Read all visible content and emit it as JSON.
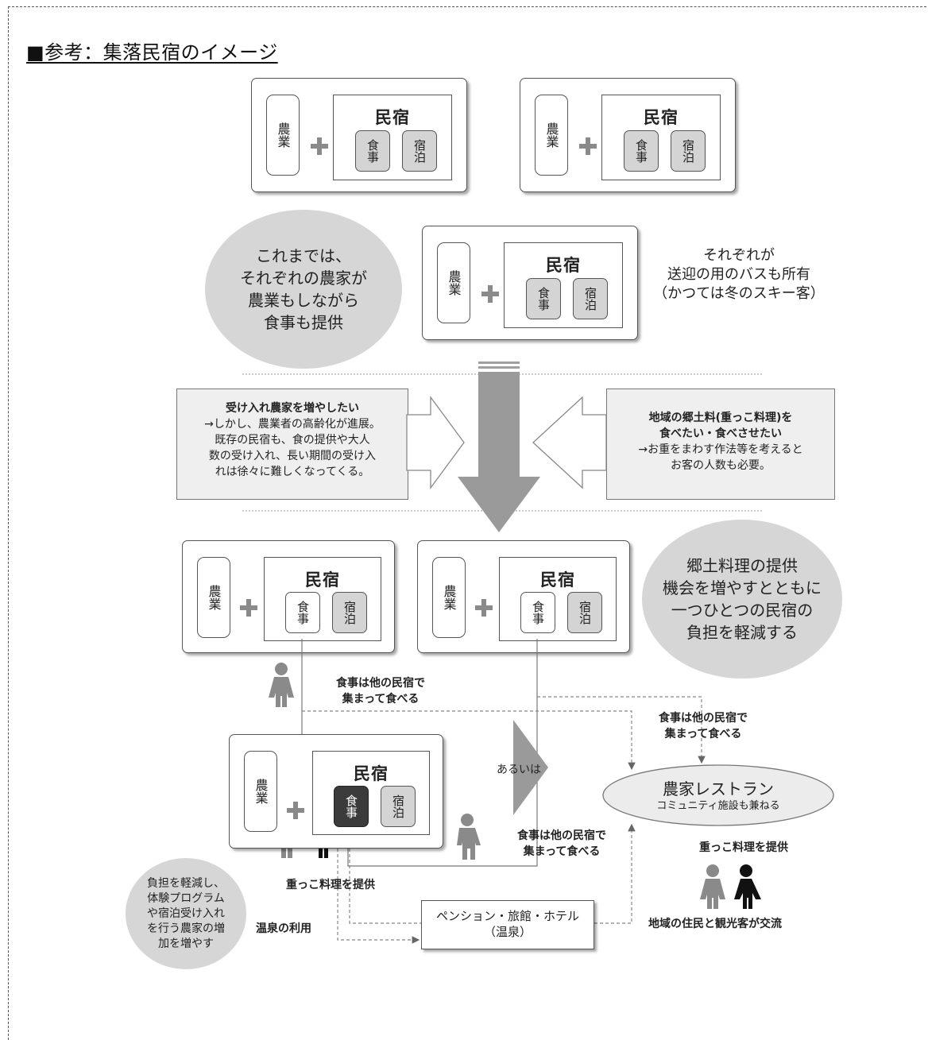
{
  "title": "■参考：集落民宿のイメージ",
  "unit": {
    "nogyo": "農業",
    "minshuku": "民宿",
    "shokuji": "食事",
    "shukuhaku": "宿泊"
  },
  "oval_before": [
    "これまでは、",
    "それぞれの農家が",
    "農業もしながら",
    "食事も提供"
  ],
  "note_each": [
    "それぞれが",
    "送迎の用のバスも所有",
    "（かつては冬のスキー客）"
  ],
  "left_box": {
    "heading": "受け入れ農家を増やしたい",
    "body": [
      "→しかし、農業者の高齢化が進展。",
      "既存の民宿も、食の提供や大人",
      "数の受け入れ、長い期間の受け入",
      "れは徐々に難しくなってくる。"
    ]
  },
  "right_box": {
    "heading": [
      "地域の郷土料(重っこ料理)を",
      "食べたい・食べさせたい"
    ],
    "body": [
      "→お重をまわす作法等を考えると",
      "お客の人数も必要。"
    ]
  },
  "oval_goal": [
    "郷土料理の提供",
    "機会を増やすとともに",
    "一つひとつの民宿の",
    "負担を軽減する"
  ],
  "meal_label": [
    "食事は他の民宿で",
    "集まって食べる"
  ],
  "aruiwa": "あるいは",
  "restaurant": {
    "title": "農家レストラン",
    "sub": "コミュニティ施設も兼ねる"
  },
  "omokko_provide": "重っこ料理を提供",
  "community": "地域の住民と観光客が交流",
  "pension": [
    "ペンション・旅館・ホテル",
    "（温泉）"
  ],
  "onsen": "温泉の利用",
  "oval_bottom": [
    "負担を軽減し、",
    "体験プログラム",
    "や宿泊受け入れ",
    "を行う農家の増",
    "加を増やす"
  ],
  "colors": {
    "cell_gray": "#d4d4d4",
    "cell_dark": "#3b3b3b",
    "oval_gray": "#d6d6d6",
    "arrow_gray": "#9a9a9a",
    "box_gray": "#efefef"
  }
}
